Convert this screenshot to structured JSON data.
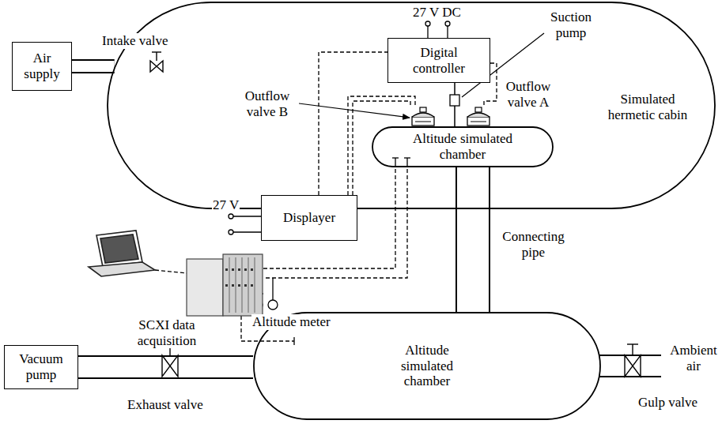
{
  "diagram": {
    "nodes": [
      {
        "text": [
          "Air supply"
        ]
      },
      {
        "text": [
          "Simulated hermetic cabin"
        ]
      },
      {
        "text": [
          "Digital controller"
        ],
        "in": 1
      },
      {
        "text": [
          "Altitude simulated chamber"
        ],
        "in": 1
      },
      {
        "text": [
          "Displayer"
        ]
      },
      {
        "text": [
          "Vacuum pump"
        ]
      },
      {
        "text": [
          "Altitude simulated chamber"
        ]
      }
    ],
    "edges": [
      {
        "from": 0,
        "to": 1,
        "label": "Intake valve",
        "arrow": "none"
      },
      {
        "from": 2,
        "to": 3,
        "arrow": "none"
      },
      {
        "from": 4,
        "to": 2,
        "arrow": "none"
      },
      {
        "from": 5,
        "to": 6,
        "label": "Exhaust valve",
        "arrow": "none"
      },
      {
        "from": 6,
        "to": 3,
        "label": "Connecting pipe",
        "arrow": "none"
      }
    ],
    "labels": [
      "27 V DC",
      "Suction pump",
      "Outflow valve B",
      "Outflow valve A",
      "27 V",
      "SCXI data acquisition",
      "Altitude meter",
      "Ambient air",
      "Gulp valve"
    ]
  }
}
